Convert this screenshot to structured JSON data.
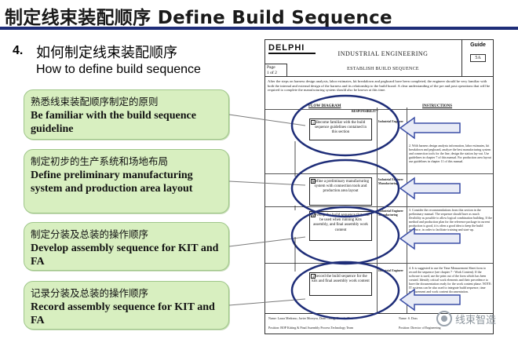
{
  "title": "制定线束装配顺序 Define Build Sequence",
  "point": {
    "number": "4.",
    "title_cn": "如何制定线束装配顺序",
    "title_en": "How to define build sequence"
  },
  "callouts": [
    {
      "cn": "熟悉线束装配顺序制定的原则",
      "en": "Be familiar with the build sequence guideline"
    },
    {
      "cn": "制定初步的生产系统和场地布局",
      "en": "Define preliminary manufacturing system and production area layout"
    },
    {
      "cn": "制定分装及总装的操作顺序",
      "en": "Develop assembly sequence for KIT and FA"
    },
    {
      "cn": "记录分装及总装的操作顺序",
      "en": "Record assembly sequence for KIT and FA"
    }
  ],
  "sheet": {
    "logo": "DELPHI",
    "department": "INDUSTRIAL ENGINEERING",
    "guide_label": "Guide",
    "guide_number": "5A",
    "page_label": "Page",
    "page_value": "1 of 2",
    "procedure_name": "ESTABLISH BUILD SEQUENCE",
    "intro": "After the steps on harness design analysis, labor estimates, kit breakdown and pegboard have been completed, the engineer should be very familiar with both the internal and external design of the harness and its relationship to the build board. A clear understanding of the pre and post operations that will be required to complete the manufacturing system should also be known at this time.",
    "flow_heading": "FLOW DIAGRAM",
    "responsibility_heading": "RESPONSIBILITY",
    "instructions_heading": "INSTRUCTIONS",
    "steps": [
      {
        "num": "1",
        "text": "Become familiar with the build sequence guidelines contained in this section",
        "resp": "Industrial Engineer"
      },
      {
        "num": "2",
        "text": "Define a preliminary manufacturing system with connection tools and production area layout",
        "resp": "Industrial Engineer Manufacturing"
      },
      {
        "num": "3",
        "text": "Develop the build sequence that will be used when running Kits assembly, and final assembly work content",
        "resp": "Industrial Engineer Manufacturing"
      },
      {
        "num": "4",
        "text": "Record the build sequence for the kits and final assembly work content",
        "resp": "Industrial Engineer"
      }
    ],
    "instructions": [
      "",
      "2. With harness design analysis information, labor estimates, kit breakdown and pegboard, analyze the best manufacturing system and connection tools for the line, design the station lay-out. Use guidelines in chapter 7 of this manual. For production area layout use guidelines in chapter 11 of this manual.",
      "3. Consider the recommendations from this section in the preliminary manual. The sequence should have as much flexibility as possible to allow logical combination building. If the method and production plan for the reference package in current production is good, it is often a good idea to keep the build sequence, in order to facilitate training and start-up.",
      "4. It is suggested to use the Time Measurement Sheet form to record the sequence (see chapter 7 - Work Content). If the software is used, use the print out of the form which has been created. Identify critical work elements and their precedence to have the documentation ready for the work content phase. NOTE: IT systems can be also used to integrate build sequence, time measurement and work content documentation."
    ],
    "footer": {
      "name_label": "Name",
      "names": "Laura Medrano, Javier Moreyra, Dean Chang, Ricardo Diaz",
      "position_label": "Position",
      "position": "BOP Kitting & Final Assembly Process Technology Team",
      "approved_name": "S. Doss",
      "approved_position": "Director of Engineering"
    }
  },
  "watermark": {
    "text": "线束智造",
    "icon": "wechat-logo-icon"
  },
  "colors": {
    "title_rule": "#1e2d78",
    "callout_fill": "#d8efc0",
    "ellipse_stroke": "#1e2d78",
    "arrow_fill": "#e8ebf6",
    "arrow_stroke": "#3b4ea6"
  }
}
